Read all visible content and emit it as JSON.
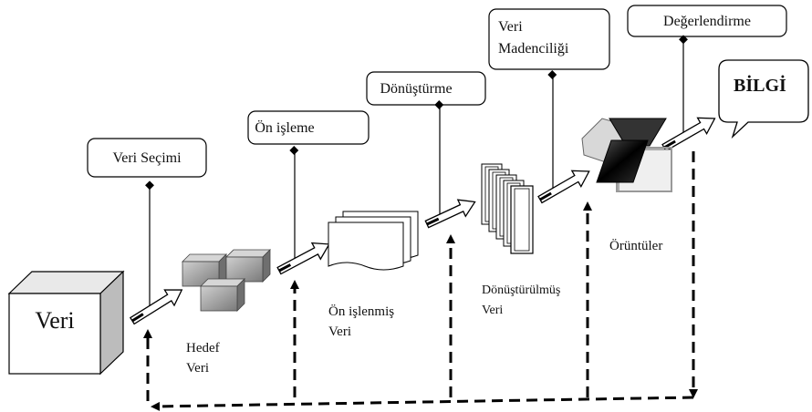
{
  "process_steps": {
    "veri_secimi": "Veri Seçimi",
    "on_isleme": "Ön işleme",
    "donusturme": "Dönüştürme",
    "veri_madenciligi_1": "Veri",
    "veri_madenciligi_2": "Madenciliği",
    "degerlendirme": "Değerlendirme"
  },
  "stages": {
    "veri": "Veri",
    "hedef_veri_1": "Hedef",
    "hedef_veri_2": "Veri",
    "on_islenmis_1": "Ön işlenmiş",
    "on_islenmis_2": "Veri",
    "donusturulmus_1": "Dönüştürülmüş",
    "donusturulmus_2": "Veri",
    "oruntuler": "Örüntüler"
  },
  "result": {
    "bilgi": "BİLGİ"
  },
  "icons": [
    "cube-icon",
    "database-blocks-icon",
    "document-stack-icon",
    "frame-stack-icon",
    "patterns-icon",
    "speech-bubble-icon"
  ]
}
